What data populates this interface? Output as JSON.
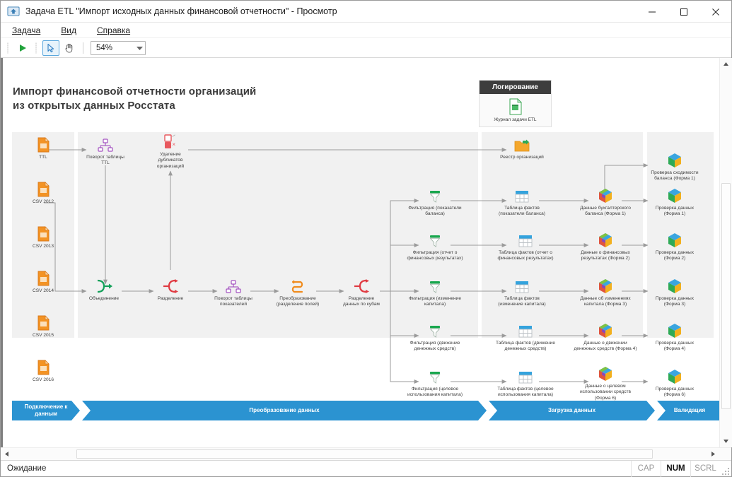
{
  "window": {
    "title": "Задача ETL \"Импорт исходных данных финансовой отчетности\" - Просмотр",
    "icon": "etl-task-icon",
    "minimize": "—",
    "maximize": "□",
    "close": "✕"
  },
  "menu": {
    "items": [
      "Задача",
      "Вид",
      "Справка"
    ]
  },
  "toolbar": {
    "run": "run-icon",
    "select": "select-arrow-icon",
    "pan": "pan-hand-icon",
    "zoom_value": "54%",
    "zoom_arrow": "▾"
  },
  "diagram": {
    "heading_line1": "Импорт финансовой отчетности организаций",
    "heading_line2": "из открытых данных Росстата",
    "logging": {
      "header": "Логирование",
      "node_label": "Журнал задачи ETL",
      "node_icon": "log-file-icon"
    },
    "sources": [
      {
        "label": "TTL",
        "icon": "file-icon"
      },
      {
        "label": "CSV 2012",
        "icon": "file-icon"
      },
      {
        "label": "CSV 2013",
        "icon": "file-icon"
      },
      {
        "label": "CSV 2014",
        "icon": "file-icon"
      },
      {
        "label": "CSV 2015",
        "icon": "file-icon"
      },
      {
        "label": "CSV 2016",
        "icon": "file-icon"
      }
    ],
    "transform": [
      {
        "label": "Поворот таблицы\nTTL",
        "icon": "pivot-icon"
      },
      {
        "label": "Удаление\nдубликатов\nорганизаций",
        "icon": "dedupe-icon"
      },
      {
        "label": "Объединение",
        "icon": "union-icon"
      },
      {
        "label": "Разделение",
        "icon": "split-icon"
      },
      {
        "label": "Поворот таблицы\nпоказателей",
        "icon": "pivot-icon"
      },
      {
        "label": "Преобразование\n(разделение полей)",
        "icon": "convert-icon"
      },
      {
        "label": "Разделение\nданных по кубам",
        "icon": "split-icon"
      }
    ],
    "filters": [
      {
        "label": "Фильтрация (показатели\nбаланса)",
        "icon": "filter-icon"
      },
      {
        "label": "Фильтрация (отчет о\nфинансовых результатах)",
        "icon": "filter-icon"
      },
      {
        "label": "Фильтрация (изменение\nкапитала)",
        "icon": "filter-icon"
      },
      {
        "label": "Фильтрация (движение\nденежных средств)",
        "icon": "filter-icon"
      },
      {
        "label": "Фильтрация (целевое\nиспользования капитала)",
        "icon": "filter-icon"
      }
    ],
    "load": [
      {
        "label": "Реестр организаций",
        "icon": "folder-icon"
      },
      {
        "label": "Таблица фактов\n(показатели баланса)",
        "icon": "table-icon"
      },
      {
        "label": "Таблица фактов (отчет о\nфинансовых результатах)",
        "icon": "table-icon"
      },
      {
        "label": "Таблица фактов\n(изменение капитала)",
        "icon": "table-icon"
      },
      {
        "label": "Таблица фактов (движение\nденежных средств)",
        "icon": "table-icon"
      },
      {
        "label": "Таблица фактов (целевое\nиспользования капитала)",
        "icon": "table-icon"
      }
    ],
    "cubes": [
      {
        "label": "Данные бухгалтерского\nбаланса (Форма 1)",
        "icon": "cube-icon"
      },
      {
        "label": "Данные о финансовых\nрезультатах (Форма 2)",
        "icon": "cube-icon"
      },
      {
        "label": "Данные об изменениях\nкапитала (Форма 3)",
        "icon": "cube-icon"
      },
      {
        "label": "Данные о движении\nденежных средств (Форма 4)",
        "icon": "cube-icon"
      },
      {
        "label": "Данные о целевом\nиспользовании средств\n(Форма 6)",
        "icon": "cube-icon"
      }
    ],
    "validation": [
      {
        "label": "Проверка сходимости\nбаланса (Форма 1)",
        "icon": "cube-green-icon"
      },
      {
        "label": "Проверка данных\n(Форма 1)",
        "icon": "cube-green-icon"
      },
      {
        "label": "Проверка данных\n(Форма 2)",
        "icon": "cube-green-icon"
      },
      {
        "label": "Проверка данных\n(Форма 3)",
        "icon": "cube-green-icon"
      },
      {
        "label": "Проверка данных\n(Форма 4)",
        "icon": "cube-green-icon"
      },
      {
        "label": "Проверка данных\n(Форма 6)",
        "icon": "cube-green-icon"
      }
    ],
    "banner": [
      {
        "label": "Подключение к\nданным"
      },
      {
        "label": "Преобразование данных"
      },
      {
        "label": "Загрузка данных"
      },
      {
        "label": "Валидация"
      }
    ]
  },
  "statusbar": {
    "message": "Ожидание",
    "cap": "CAP",
    "num": "NUM",
    "scrl": "SCRL"
  },
  "colors": {
    "accent": "#2b93d1",
    "band": "#f1f1f1",
    "log_header": "#3d3d3d",
    "file_orange": "#ef8a22",
    "filter_green": "#1ba84f",
    "table_blue": "#2f9bd8",
    "split_red": "#e03b42",
    "union_green": "#14a05a",
    "pivot_purple": "#a24fc0",
    "convert_orange": "#f08c1e"
  }
}
